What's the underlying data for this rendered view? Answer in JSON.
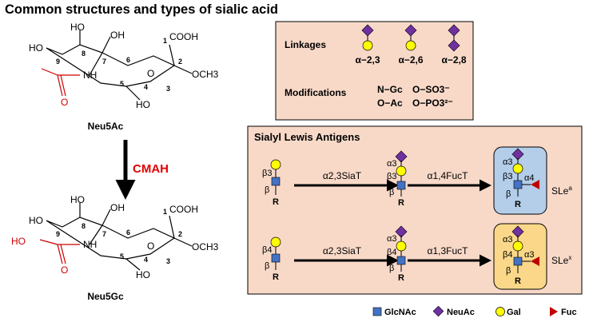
{
  "title": "Common structures and types of sialic acid",
  "molecules": {
    "top_name": "Neu5Ac",
    "bottom_name": "Neu5Gc",
    "ho_9": "HO",
    "ho_8": "HO",
    "oh_7": "OH",
    "nh": "NH",
    "ring_o": "O",
    "ho_4": "HO",
    "cooh": "COOH",
    "och3": "OCH3",
    "gc_ho": "HO",
    "carbonyl_o": "O",
    "atom_numbers": [
      "1",
      "2",
      "3",
      "4",
      "5",
      "6",
      "7",
      "8",
      "9"
    ]
  },
  "enzyme": "CMAH",
  "linkages_box": {
    "label": "Linkages",
    "items": [
      "α−2,3",
      "α−2,6",
      "α−2,8"
    ]
  },
  "modifications": {
    "label": "Modifications",
    "row1": [
      "N−Gc",
      "O−SO3⁻"
    ],
    "row2": [
      "O−Ac",
      "O−PO3²⁻"
    ]
  },
  "lewis": {
    "title": "Sialyl Lewis Antigens",
    "row1": {
      "start_labels": [
        "β3",
        "β",
        "R"
      ],
      "enzyme1": "α2,3SiaT",
      "mid_labels": [
        "α3",
        "β3",
        "β",
        "R"
      ],
      "enzyme2": "α1,4FucT",
      "end_labels": [
        "α3",
        "β3",
        "α4",
        "β",
        "R"
      ],
      "product": "SLe",
      "product_sup": "a"
    },
    "row2": {
      "start_labels": [
        "β4",
        "β",
        "R"
      ],
      "enzyme1": "α2,3SiaT",
      "mid_labels": [
        "α3",
        "β4",
        "β",
        "R"
      ],
      "enzyme2": "α1,3FucT",
      "end_labels": [
        "α3",
        "β4",
        "α3",
        "β",
        "R"
      ],
      "product": "SLe",
      "product_sup": "x"
    }
  },
  "legend": [
    {
      "label": "GlcNAc",
      "icon": "blue-square-icon"
    },
    {
      "label": "NeuAc",
      "icon": "purple-diamond-icon"
    },
    {
      "label": "Gal",
      "icon": "yellow-circle-icon"
    },
    {
      "label": "Fuc",
      "icon": "red-triangle-icon"
    }
  ],
  "colors": {
    "glcnac": "#4472c4",
    "neuac": "#7030a0",
    "gal": "#ffff00",
    "fuc": "#c00000",
    "panel_fill": "#f8d9c8",
    "sle_a_box": "#b4cde8",
    "sle_x_box": "#fbd889",
    "red_text": "#e00000"
  }
}
